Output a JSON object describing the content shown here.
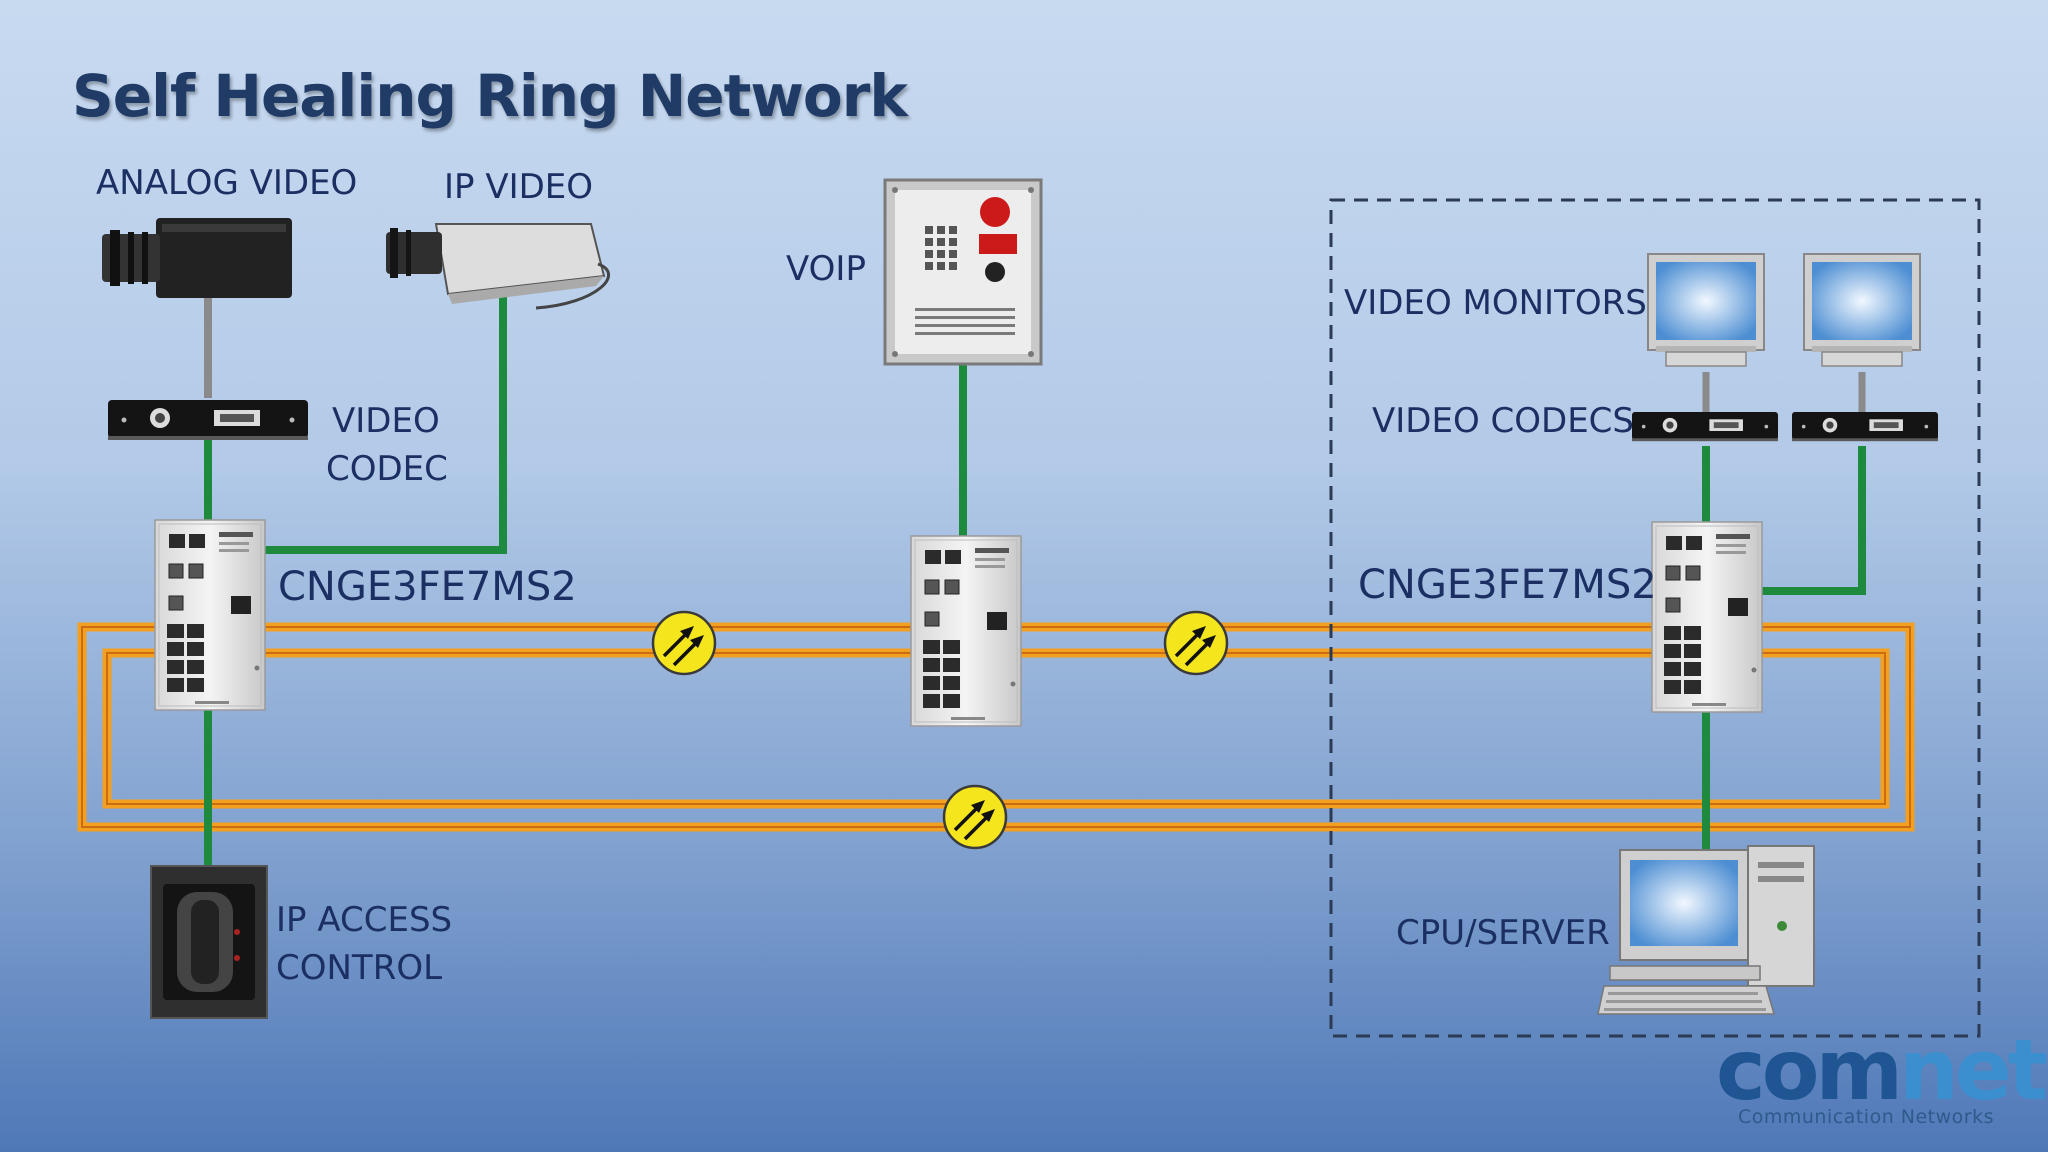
{
  "title": "Self Healing Ring Network",
  "labels": {
    "analog_video": "ANALOG VIDEO",
    "ip_video": "IP VIDEO",
    "voip": "VOIP",
    "video_monitors": "VIDEO MONITORS",
    "video_codec_line1": "VIDEO",
    "video_codec_line2": "CODEC",
    "video_codecs": "VIDEO CODECS",
    "switch_left": "CNGE3FE7MS2",
    "switch_right": "CNGE3FE7MS2",
    "ip_access_line1": "IP ACCESS",
    "ip_access_line2": "CONTROL",
    "cpu_server": "CPU/SERVER"
  },
  "logo": {
    "brand_part1": "com",
    "brand_part2": "net",
    "tagline": "Communication Networks"
  },
  "colors": {
    "fiber_ring": "#f3a020",
    "copper_link": "#1d8a3e",
    "coupler": "#f4e51c",
    "title": "#1f3b66",
    "label": "#1b2f63"
  }
}
